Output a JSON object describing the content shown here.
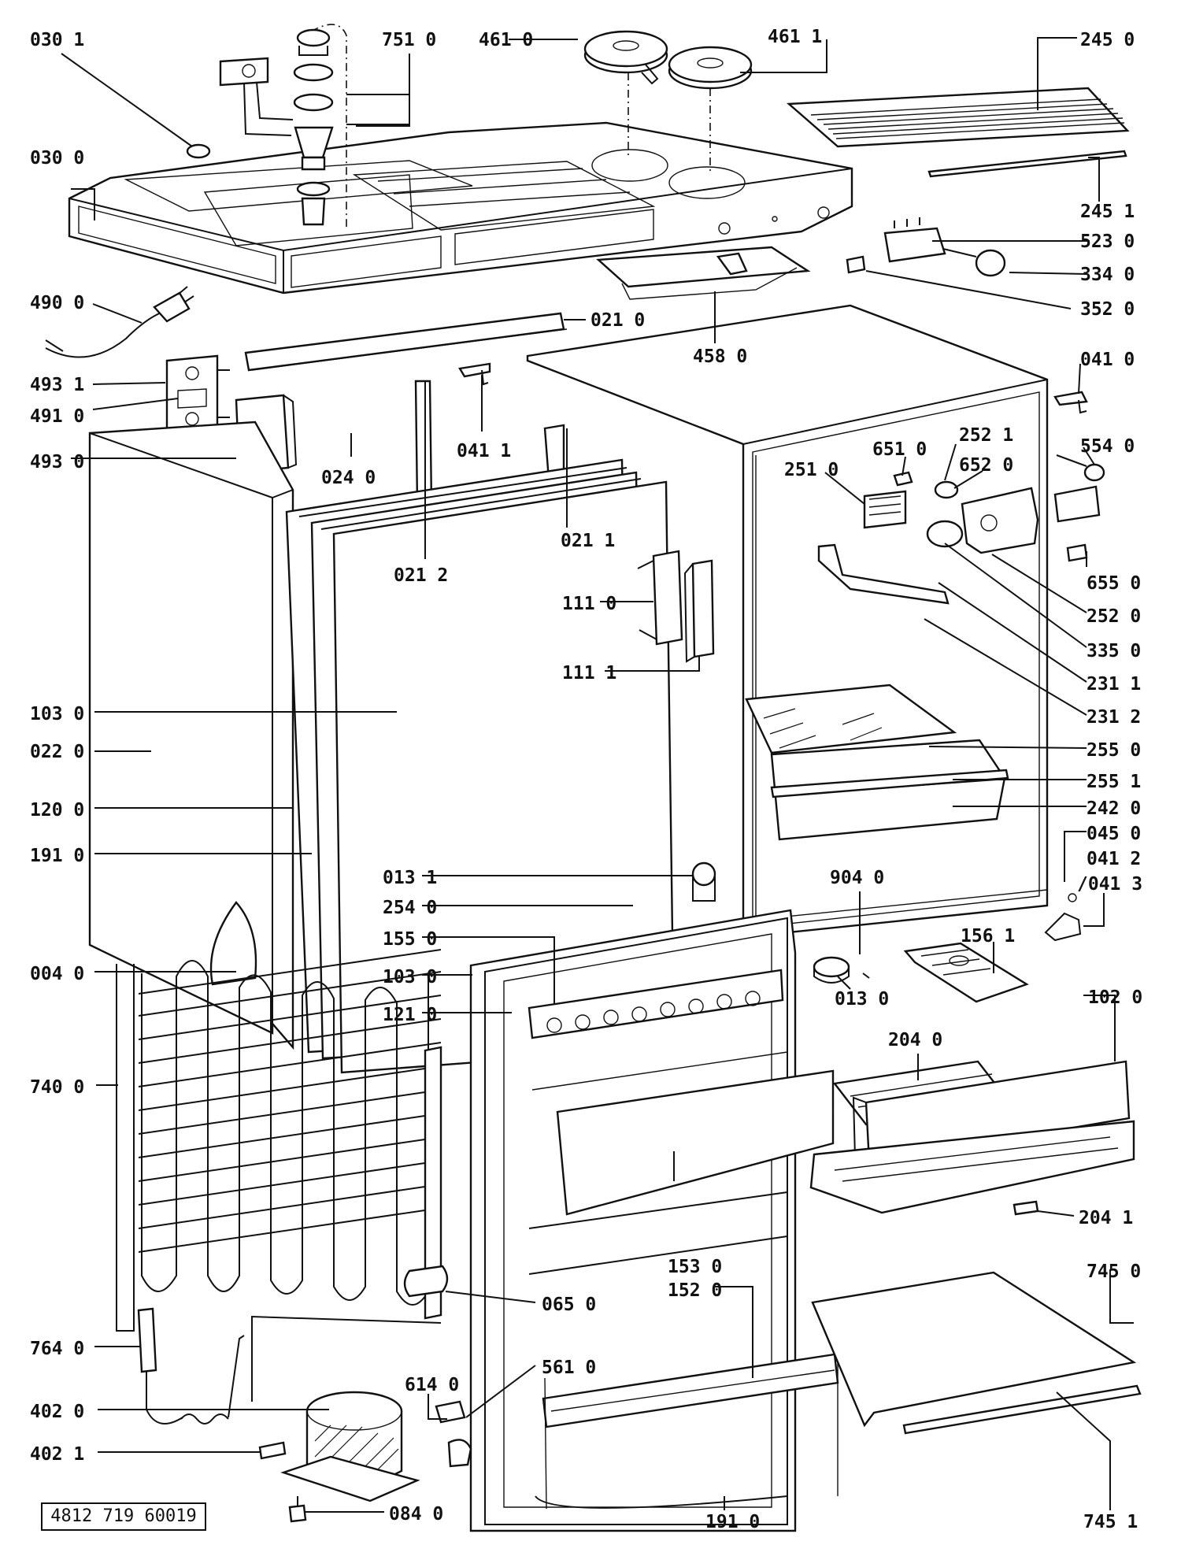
{
  "document_number": "4812 719 60019",
  "part_labels": [
    {
      "id": "0301",
      "text": "030 1"
    },
    {
      "id": "7510",
      "text": "751 0"
    },
    {
      "id": "4610",
      "text": "461 0"
    },
    {
      "id": "4611",
      "text": "461 1"
    },
    {
      "id": "2450",
      "text": "245 0"
    },
    {
      "id": "0300",
      "text": "030 0"
    },
    {
      "id": "2451",
      "text": "245 1"
    },
    {
      "id": "5230",
      "text": "523 0"
    },
    {
      "id": "3340",
      "text": "334 0"
    },
    {
      "id": "4900",
      "text": "490 0"
    },
    {
      "id": "0210",
      "text": "021 0"
    },
    {
      "id": "3520",
      "text": "352 0"
    },
    {
      "id": "4580",
      "text": "458 0"
    },
    {
      "id": "0410",
      "text": "041 0"
    },
    {
      "id": "4931",
      "text": "493 1"
    },
    {
      "id": "4910",
      "text": "491 0"
    },
    {
      "id": "0411",
      "text": "041 1"
    },
    {
      "id": "2521",
      "text": "252 1"
    },
    {
      "id": "6510",
      "text": "651 0"
    },
    {
      "id": "6520",
      "text": "652 0"
    },
    {
      "id": "5540",
      "text": "554 0"
    },
    {
      "id": "4930",
      "text": "493 0"
    },
    {
      "id": "0240",
      "text": "024 0"
    },
    {
      "id": "2510",
      "text": "251 0"
    },
    {
      "id": "0211",
      "text": "021 1"
    },
    {
      "id": "0212",
      "text": "021 2"
    },
    {
      "id": "6550",
      "text": "655 0"
    },
    {
      "id": "1110",
      "text": "111 0"
    },
    {
      "id": "2520",
      "text": "252 0"
    },
    {
      "id": "3350",
      "text": "335 0"
    },
    {
      "id": "1111",
      "text": "111 1"
    },
    {
      "id": "2311",
      "text": "231 1"
    },
    {
      "id": "1030a",
      "text": "103 0"
    },
    {
      "id": "2312",
      "text": "231 2"
    },
    {
      "id": "0220",
      "text": "022 0"
    },
    {
      "id": "2550",
      "text": "255 0"
    },
    {
      "id": "2551",
      "text": "255 1"
    },
    {
      "id": "1200",
      "text": "120 0"
    },
    {
      "id": "2420",
      "text": "242 0"
    },
    {
      "id": "0450",
      "text": "045 0"
    },
    {
      "id": "1910a",
      "text": "191 0"
    },
    {
      "id": "0412",
      "text": "041 2"
    },
    {
      "id": "9040",
      "text": "904 0"
    },
    {
      "id": "0131",
      "text": "013 1"
    },
    {
      "id": "0413",
      "text": "/041 3"
    },
    {
      "id": "2540",
      "text": "254 0"
    },
    {
      "id": "1561",
      "text": "156 1"
    },
    {
      "id": "1550",
      "text": "155 0"
    },
    {
      "id": "0040",
      "text": "004 0"
    },
    {
      "id": "1030b",
      "text": "103 0"
    },
    {
      "id": "0130",
      "text": "013 0"
    },
    {
      "id": "1020",
      "text": "102 0"
    },
    {
      "id": "1210",
      "text": "121 0"
    },
    {
      "id": "2040",
      "text": "204 0"
    },
    {
      "id": "7400",
      "text": "740 0"
    },
    {
      "id": "2041",
      "text": "204 1"
    },
    {
      "id": "1530",
      "text": "153 0"
    },
    {
      "id": "1520",
      "text": "152 0"
    },
    {
      "id": "7450",
      "text": "745 0"
    },
    {
      "id": "0650",
      "text": "065 0"
    },
    {
      "id": "7640",
      "text": "764 0"
    },
    {
      "id": "5610",
      "text": "561 0"
    },
    {
      "id": "6140",
      "text": "614 0"
    },
    {
      "id": "4020",
      "text": "402 0"
    },
    {
      "id": "4021",
      "text": "402 1"
    },
    {
      "id": "0840",
      "text": "084 0"
    },
    {
      "id": "1910b",
      "text": "191 0"
    },
    {
      "id": "7451",
      "text": "745 1"
    }
  ]
}
